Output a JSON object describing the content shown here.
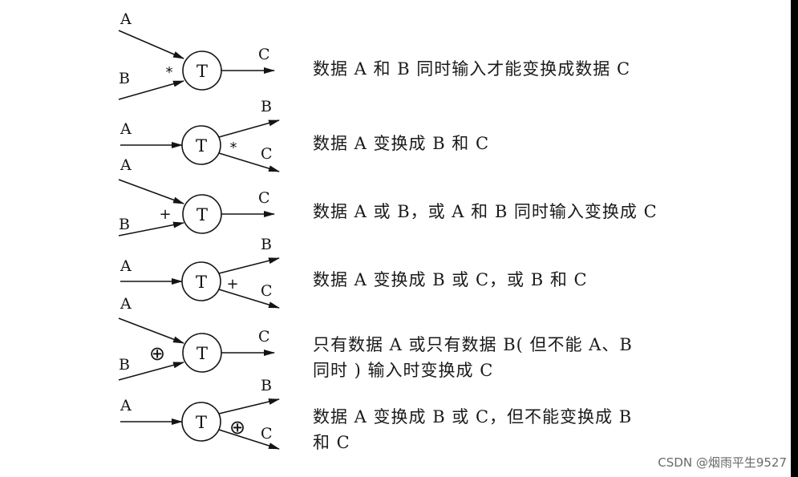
{
  "rows": [
    {
      "node": "T",
      "inputs": [
        "A",
        "B"
      ],
      "outputs": [
        "C"
      ],
      "operator": "*",
      "desc_lines": [
        "数据 A 和 B 同时输入才能变换成数据 C"
      ]
    },
    {
      "node": "T",
      "inputs": [
        "A"
      ],
      "outputs": [
        "B",
        "C"
      ],
      "operator": "*",
      "desc_lines": [
        "数据 A 变换成 B 和 C"
      ]
    },
    {
      "node": "T",
      "inputs": [
        "A",
        "B"
      ],
      "outputs": [
        "C"
      ],
      "operator": "+",
      "desc_lines": [
        "数据 A 或 B，或 A 和 B 同时输入变换成 C"
      ]
    },
    {
      "node": "T",
      "inputs": [
        "A"
      ],
      "outputs": [
        "B",
        "C"
      ],
      "operator": "+",
      "desc_lines": [
        "数据 A 变换成 B 或 C，或 B 和 C"
      ]
    },
    {
      "node": "T",
      "inputs": [
        "A",
        "B"
      ],
      "outputs": [
        "C"
      ],
      "operator": "⊕",
      "desc_lines": [
        "只有数据 A 或只有数据 B( 但不能 A、B",
        "同时 ) 输入时变换成 C"
      ]
    },
    {
      "node": "T",
      "inputs": [
        "A"
      ],
      "outputs": [
        "B",
        "C"
      ],
      "operator": "⊕",
      "desc_lines": [
        "数据 A 变换成 B 或 C，但不能变换成 B",
        "和 C"
      ]
    }
  ],
  "watermark": "CSDN @烟雨平生9527"
}
